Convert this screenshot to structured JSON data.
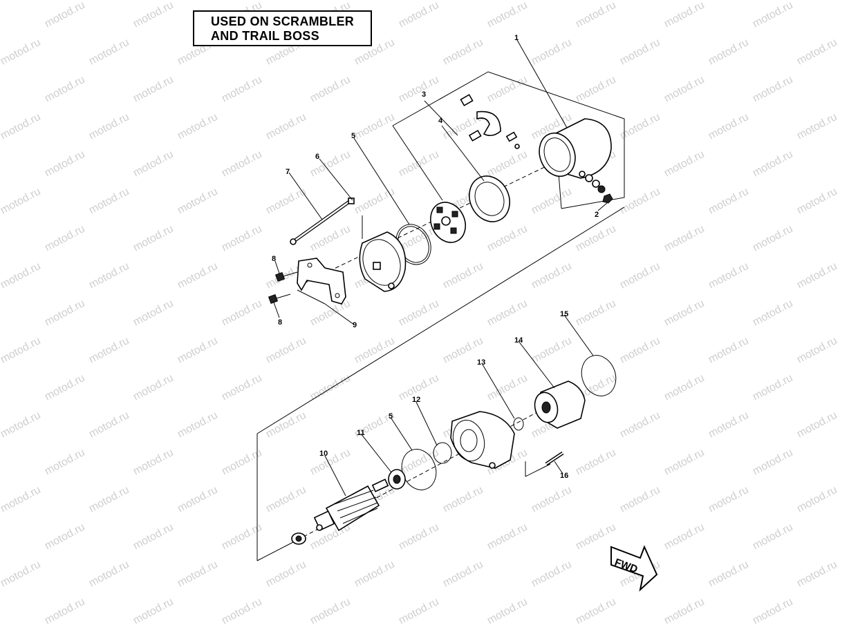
{
  "title": {
    "line1": "USED ON SCRAMBLER",
    "line2": "AND TRAIL BOSS"
  },
  "watermark": "motod.ru",
  "callouts": [
    "1",
    "2",
    "3",
    "4",
    "5",
    "6",
    "7",
    "8",
    "9",
    "10",
    "11",
    "12",
    "5",
    "13",
    "14",
    "15",
    "16"
  ],
  "fwd_label": "FWD",
  "colors": {
    "ink": "#000000",
    "watermark": "#cfcfcf",
    "background": "#ffffff"
  }
}
